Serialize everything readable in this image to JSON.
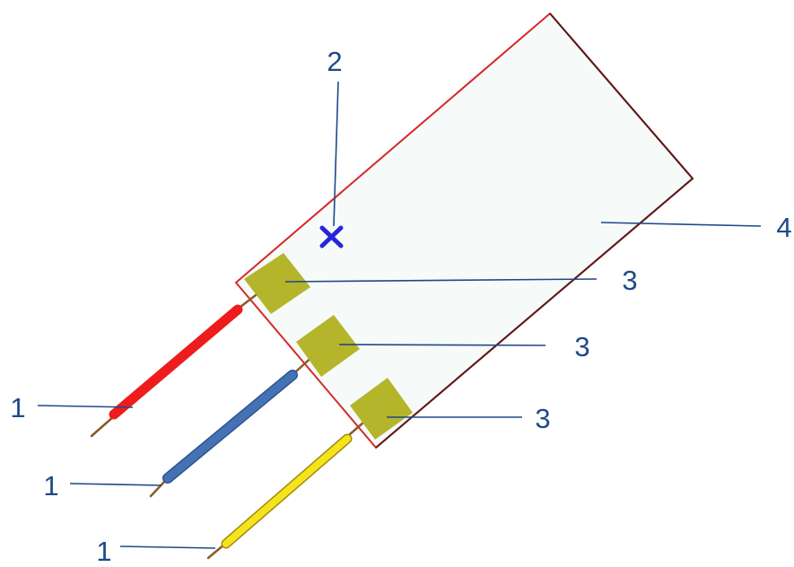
{
  "callouts": {
    "wire_red": "1",
    "wire_blue": "1",
    "wire_yellow": "1",
    "marker": "2",
    "pad_top": "3",
    "pad_middle": "3",
    "pad_bottom": "3",
    "substrate": "4"
  },
  "colors": {
    "callout_text": "#1e4a86",
    "substrate_fill": "#f6fbf9",
    "substrate_outline": "#d42a2a",
    "substrate_outline_dark": "#5a1a1a",
    "pad": "#b5b52c",
    "wire_red": "#ee1c1c",
    "wire_blue": "#4472b4",
    "wire_yellow": "#f5e41c",
    "lead": "#8a5a2a",
    "marker": "#2626d9"
  },
  "icons": {
    "marker": "x-cross-icon"
  }
}
